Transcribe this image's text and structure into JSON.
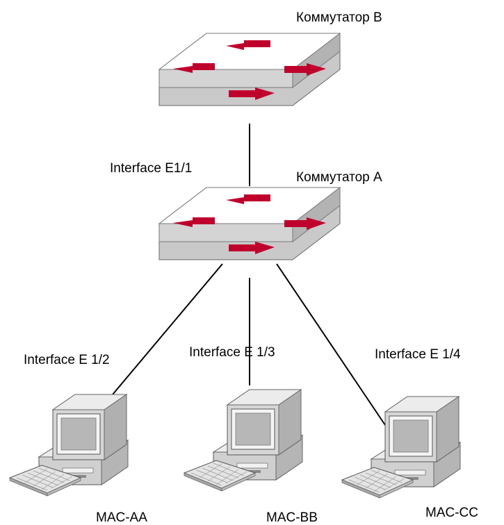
{
  "switches": {
    "b": {
      "label": "Коммутатор B"
    },
    "a": {
      "label": "Коммутатор A"
    }
  },
  "interfaces": {
    "uplink": "Interface E1/1",
    "e12": "Interface E 1/2",
    "e13": "Interface E 1/3",
    "e14": "Interface E 1/4"
  },
  "hosts": [
    {
      "mac": "MAC-AA"
    },
    {
      "mac": "MAC-BB"
    },
    {
      "mac": "MAC-CC"
    }
  ],
  "colors": {
    "switch_top": "#ffffff",
    "switch_front": "#c9c9c9",
    "arrow": "#c0002c",
    "monitor_screen": "#b7b7b7",
    "line": "#000000"
  }
}
